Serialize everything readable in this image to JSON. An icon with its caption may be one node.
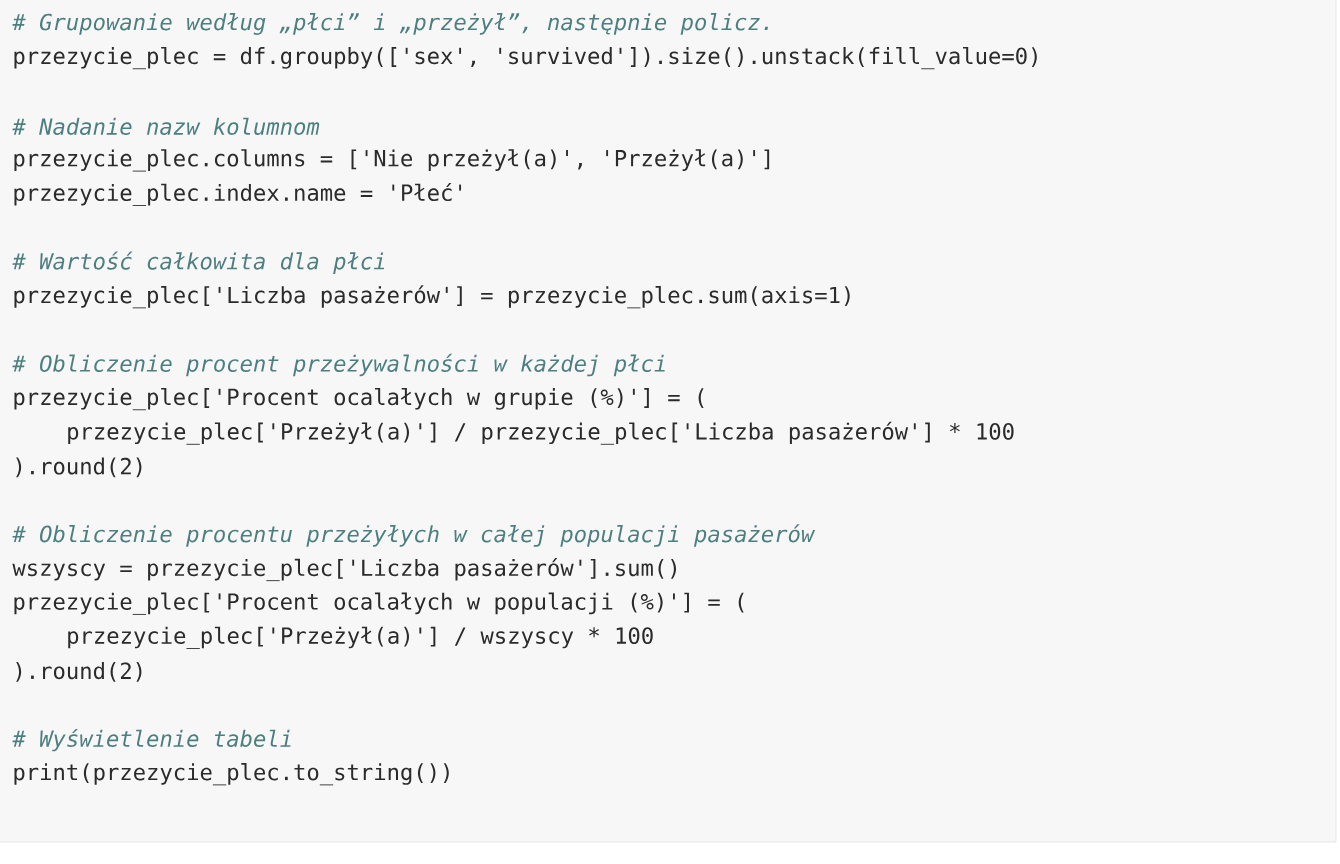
{
  "diagram": {
    "labels": [
      "# Grupowanie według „płci” i „przeżył”, następnie policz.",
      "przezycie_plec = df.groupby(['sex', 'survived']).size().unstack(fill_value=0)",
      "# Nadanie nazw kolumnom",
      "przezycie_plec.columns = ['Nie przeżył(a)', 'Przeżył(a)']",
      "przezycie_plec.index.name = 'Płeć'",
      "# Wartość całkowita dla płci",
      "przezycie_plec['Liczba pasażerów'] = przezycie_plec.sum(axis=1)",
      "# Obliczenie procent przeżywalności w każdej płci",
      "przezycie_plec['Procent ocalałych w grupie (%)'] = (",
      "przezycie_plec['Przeżył(a)'] / przezycie_plec['Liczba pasażerów'] * 100",
      ").round(2)",
      "# Obliczenie procentu przeżyłych w całej populacji pasażerów",
      "wszyscy = przezycie_plec['Liczba pasażerów'].sum()",
      "przezycie_plec['Procent ocalałych w populacji (%)'] = (",
      "przezycie_plec['Przeżył(a)'] / wszyscy * 100",
      ").round(2)",
      "# Wyświetlenie tabeli",
      "print(przezycie_plec.to_string())"
    ]
  }
}
